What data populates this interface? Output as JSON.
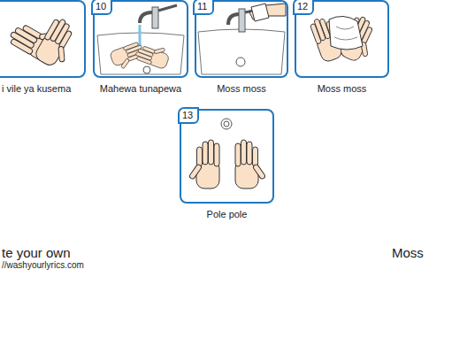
{
  "diagram": {
    "nodes": [
      {
        "text": [
          "i vile ya kusema"
        ]
      },
      {
        "text": [
          "10",
          "Mahewa tunapewa"
        ]
      },
      {
        "text": [
          "11",
          "Moss moss"
        ]
      },
      {
        "text": [
          "12",
          "Moss moss"
        ]
      },
      {
        "text": [
          "13",
          "Pole pole"
        ]
      }
    ],
    "labels": [
      "te your own",
      "//washyourlyrics.com",
      "Moss"
    ]
  }
}
